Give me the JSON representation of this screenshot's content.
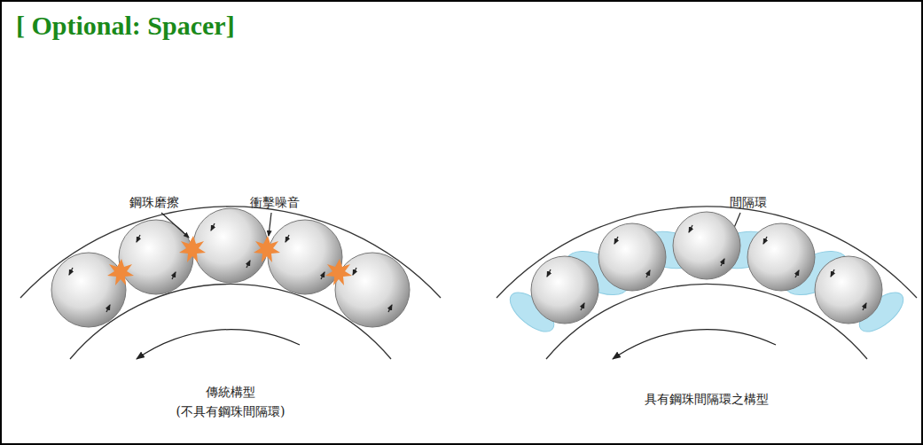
{
  "diagram": {
    "title": "[ Optional: Spacer]",
    "labels": [
      "鋼珠磨擦",
      "衝擊噪音",
      "傳統構型",
      "(不具有鋼珠間隔環)",
      "間隔環",
      "具有鋼珠間隔環之構型"
    ]
  }
}
